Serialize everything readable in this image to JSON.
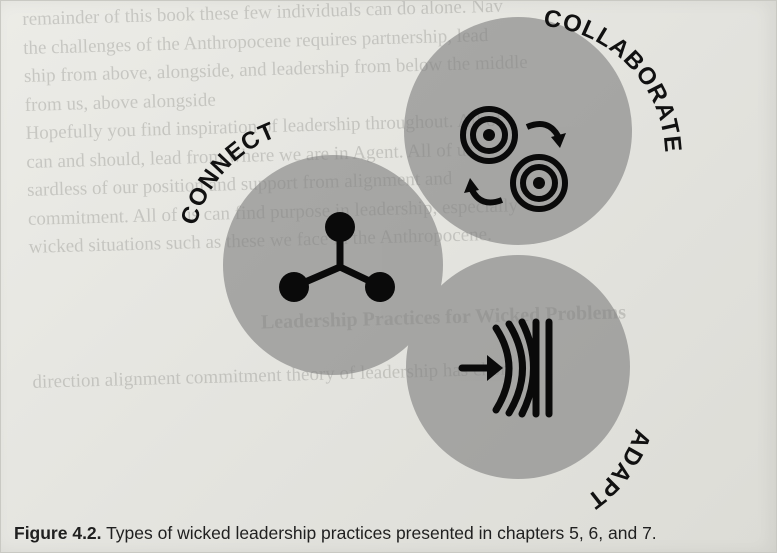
{
  "bleed_text": {
    "lines": [
      "remainder of this book these few individuals can do alone. Nav",
      "the challenges of the Anthropocene requires partnership, lead",
      "ship from above, alongside, and leadership from below the middle",
      "from us, above alongside",
      "Hopefully you find inspiration of leadership throughout. All of",
      "can and should, lead from where we are in Agent. All of us",
      "sardless of our position and support from alignment and",
      "commitment. All of us can find purpose in leadership, especially",
      "wicked situations such as these we face in the Anthropocene."
    ],
    "heading": "Leadership Practices for Wicked Problems",
    "footer_line": "direction alignment commitment theory of leadership has chor"
  },
  "figure": {
    "labels": {
      "connect": "CONNECT",
      "collaborate": "COLLABORATE",
      "adapt": "ADAPT"
    },
    "icons": [
      "network-node-icon",
      "rotating-circles-icon",
      "arrow-into-wall-icon"
    ],
    "colors": {
      "circle_fill": "#808080",
      "icon": "#0a0a0a",
      "label": "#111111"
    }
  },
  "caption": {
    "number": "Figure 4.2.",
    "text": " Types of wicked leadership practices presented in chapters 5, 6, and 7."
  }
}
